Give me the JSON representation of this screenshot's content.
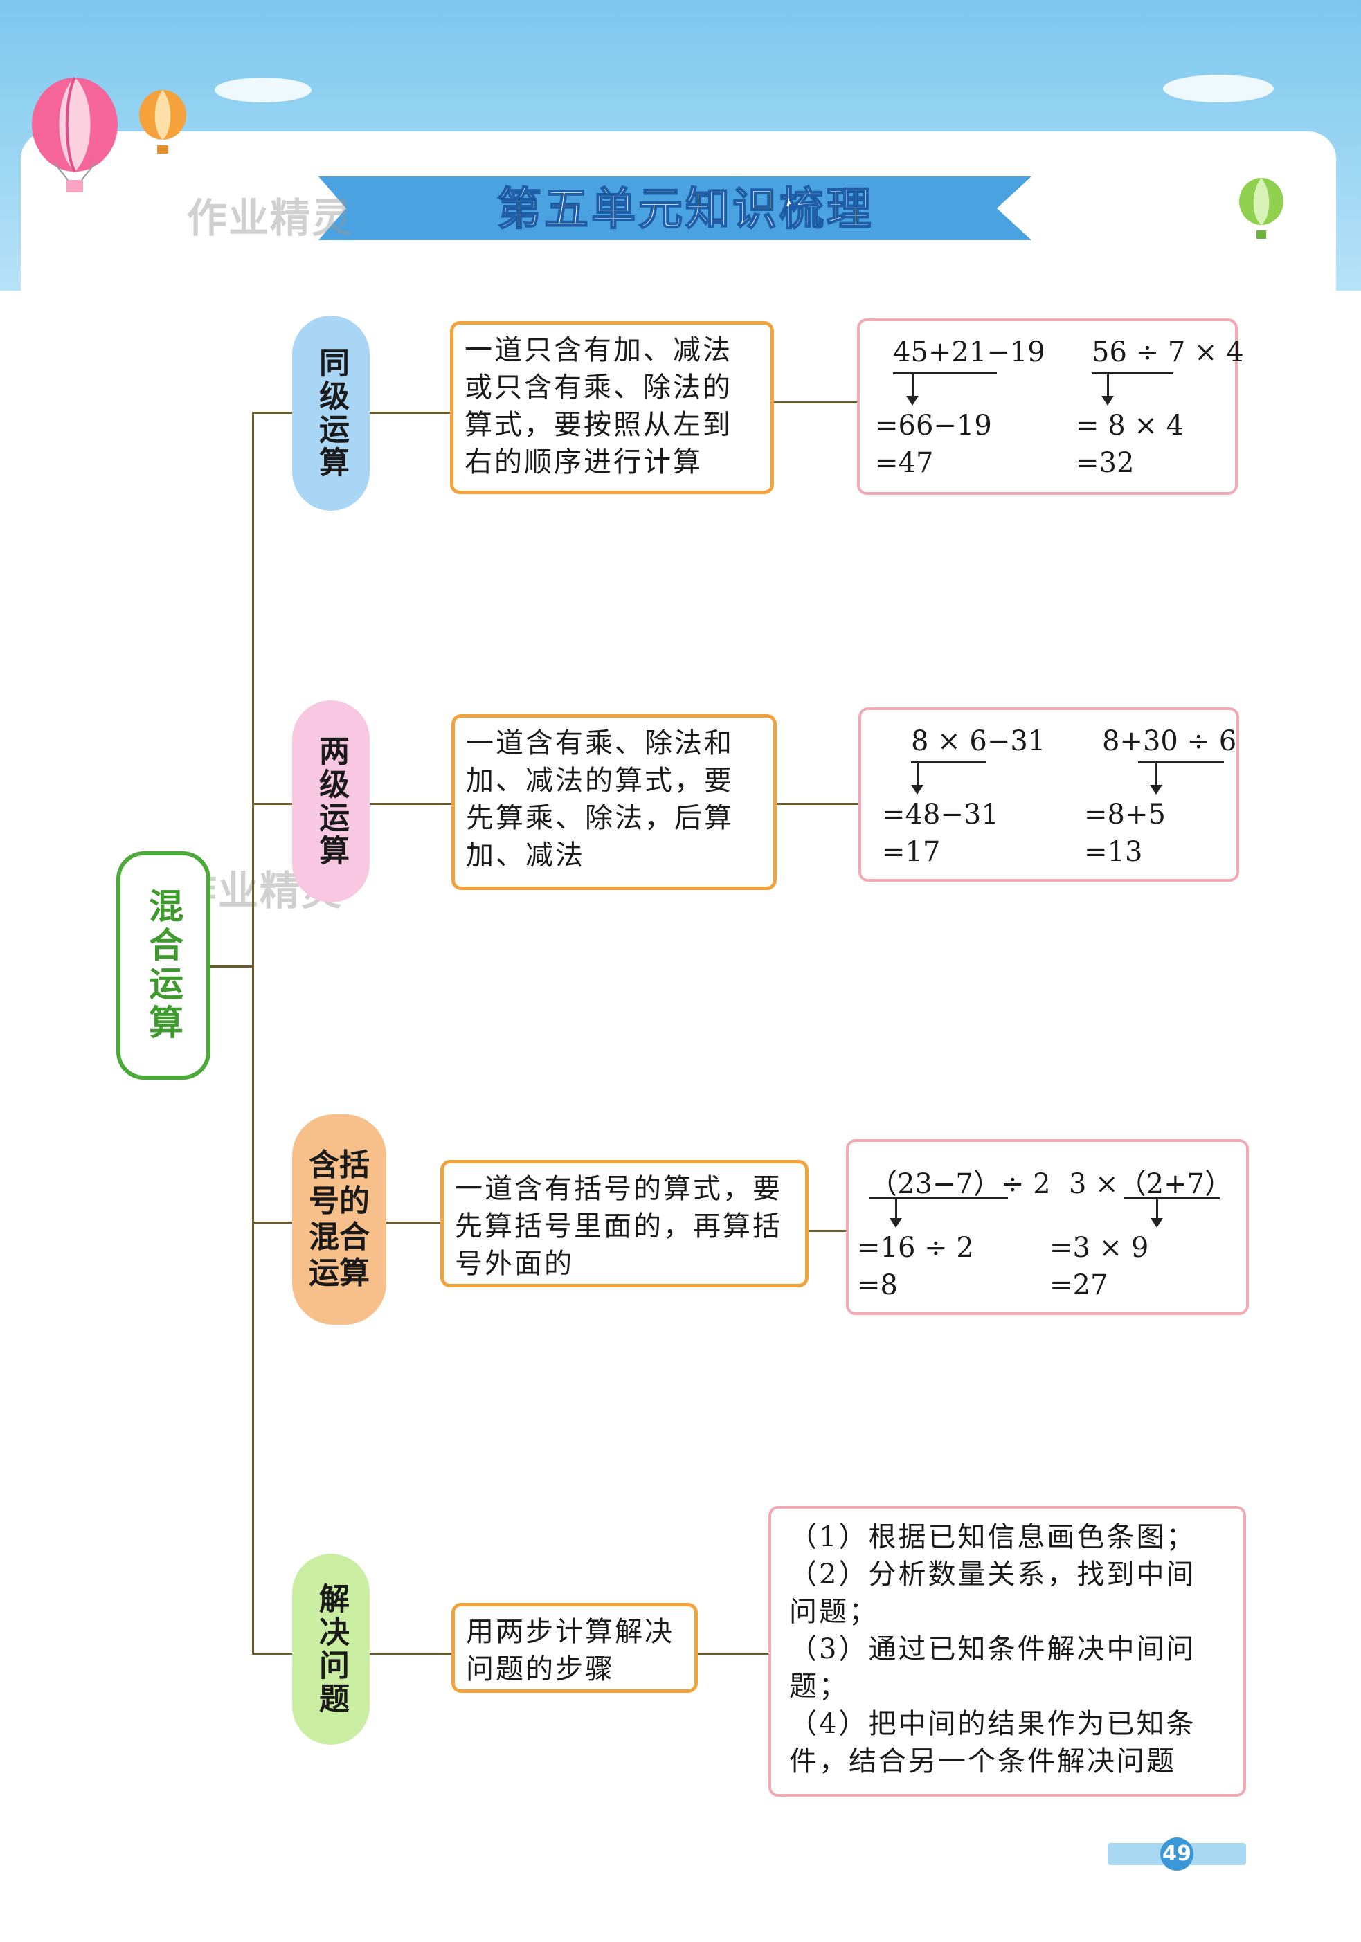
{
  "header": {
    "title": "第五单元知识梳理",
    "watermark": "作业精灵"
  },
  "root": {
    "label": "混合运算"
  },
  "branches": [
    {
      "category": "同级运算",
      "description": "一道只含有加、减法或只含有乘、除法的算式，要按照从左到右的顺序进行计算",
      "examples": [
        {
          "expr": "45+21−19",
          "steps": [
            "=66−19",
            "=47"
          ]
        },
        {
          "expr": "56 ÷ 7 × 4",
          "steps": [
            "= 8 × 4",
            "=32"
          ]
        }
      ]
    },
    {
      "category": "两级运算",
      "description": "一道含有乘、除法和加、减法的算式，要先算乘、除法，后算加、减法",
      "examples": [
        {
          "expr": "8 × 6−31",
          "steps": [
            "=48−31",
            "=17"
          ]
        },
        {
          "expr": "8+30 ÷ 6",
          "steps": [
            "=8+5",
            "=13"
          ]
        }
      ]
    },
    {
      "category": "含括号的混合运算",
      "category_lines": [
        "含括",
        "号的",
        "混合",
        "运算"
      ],
      "description": "一道含有括号的算式，要先算括号里面的，再算括号外面的",
      "examples": [
        {
          "expr": "（23−7）÷ 2",
          "steps": [
            "=16 ÷ 2",
            "=8"
          ]
        },
        {
          "expr": "3 ×（2+7）",
          "steps": [
            "=3 × 9",
            "=27"
          ]
        }
      ]
    },
    {
      "category": "解决问题",
      "description": "用两步计算解决问题的步骤",
      "steps": [
        "（1）根据已知信息画色条图；",
        "（2）分析数量关系，找到中间问题；",
        "（3）通过已知条件解决中间问题；",
        "（4）把中间的结果作为已知条件，结合另一个条件解决问题"
      ]
    }
  ],
  "page_number": "49",
  "colors": {
    "sky": "#8fd0ef",
    "banner": "#4aa3e0",
    "root_border": "#4caa3a",
    "desc_border": "#f2a23a",
    "example_border": "#f2a9b4",
    "cat1": "#a9d6f5",
    "cat2": "#f8c7e2",
    "cat3": "#f7c08a",
    "cat4": "#c9eea2"
  }
}
